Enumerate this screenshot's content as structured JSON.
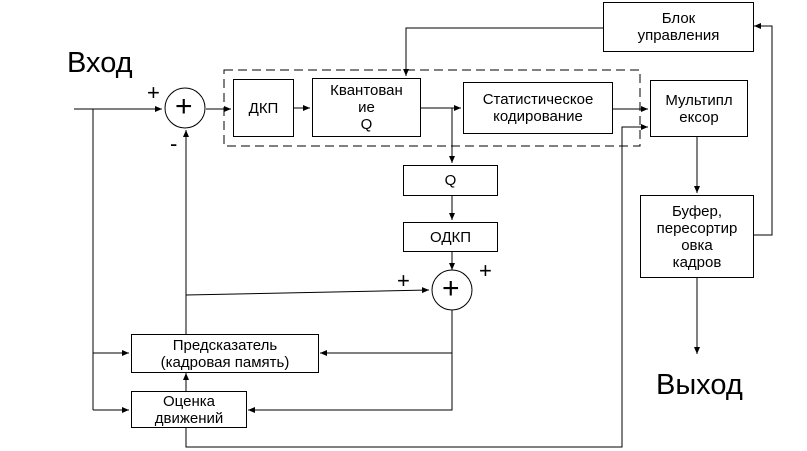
{
  "labels": {
    "input": "Вход",
    "output": "Выход",
    "plus_sign": "+",
    "minus_sign": "-"
  },
  "blocks": {
    "control_unit": "Блок\nуправления",
    "dct": "ДКП",
    "quantization": "Квантован\nие\nQ",
    "entropy_coding": "Статистическое\nкодирование",
    "multiplexer": "Мультипл\nексор",
    "buffer": "Буфер,\nпересортир\nовка\nкадров",
    "inverse_q": "Q",
    "idct": "ОДКП",
    "predictor": "Предсказатель\n(кадровая память)",
    "motion_estimation": "Оценка\nдвижений"
  }
}
